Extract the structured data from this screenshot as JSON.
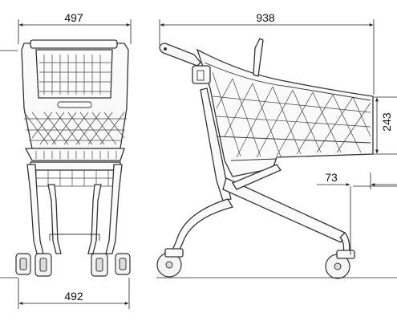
{
  "drawing": {
    "front_view": {
      "top_width": "497",
      "bottom_width": "492"
    },
    "side_view": {
      "length": "938",
      "basket_height": "243",
      "offset": "73"
    }
  }
}
